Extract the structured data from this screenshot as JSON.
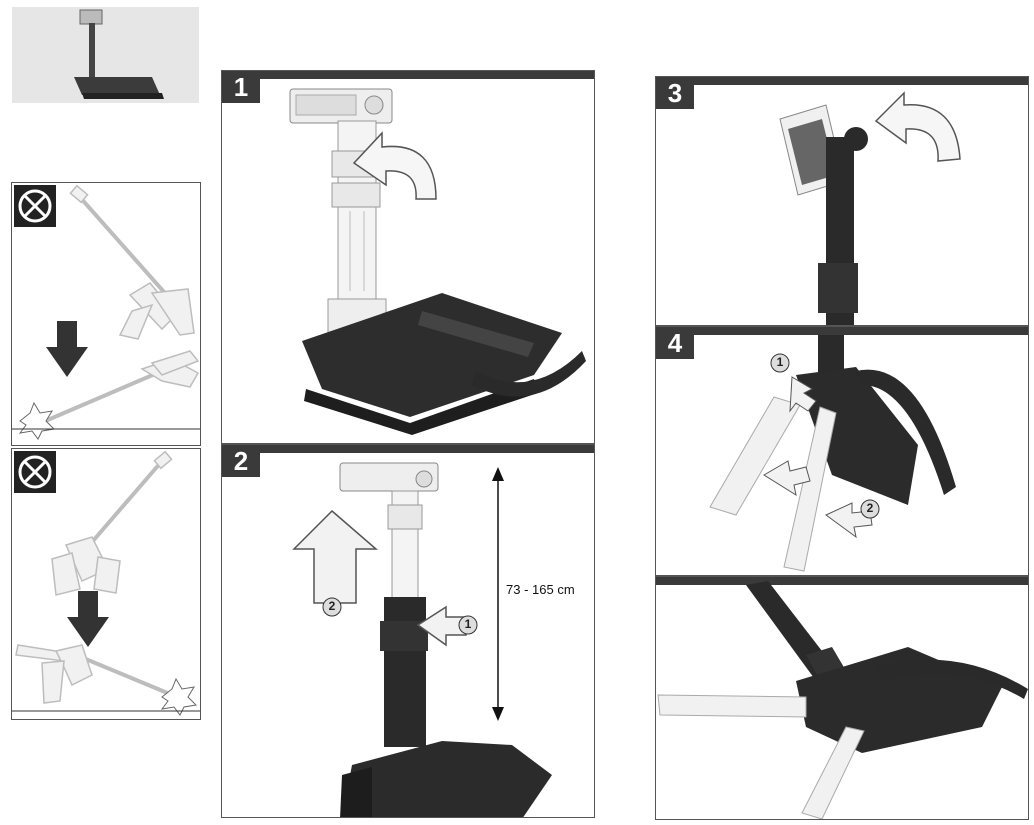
{
  "panels": {
    "step1": {
      "number": "1"
    },
    "step2": {
      "number": "2",
      "height_range": "73 - 165 cm",
      "callout_1": "1",
      "callout_2": "2"
    },
    "step3": {
      "number": "3"
    },
    "step4": {
      "number": "4",
      "callout_1": "1",
      "callout_2": "2"
    }
  },
  "warnings": {
    "icon": "prohibited-icon"
  },
  "colors": {
    "bar": "#3a3a3a",
    "body": "#2b2b2b",
    "light": "#e4e4e4"
  }
}
